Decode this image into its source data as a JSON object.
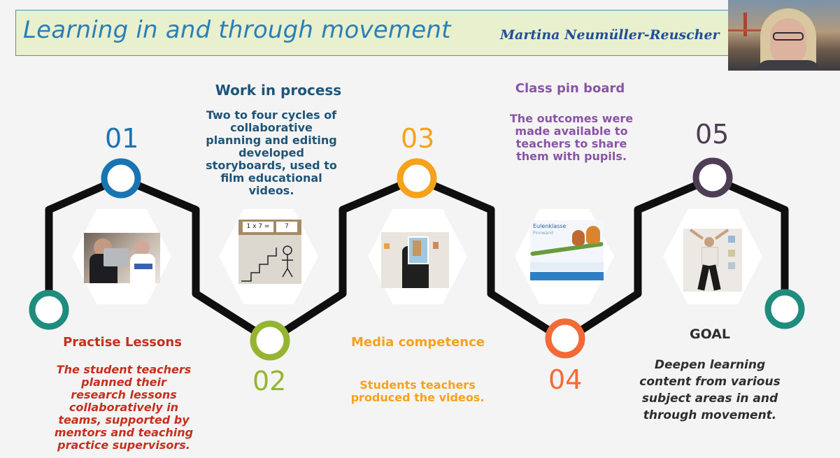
{
  "header": {
    "title": "Learning in and through movement",
    "author": "Martina Neumüller-Reuscher"
  },
  "webcam": {
    "participant_icon": "presenter-video-icon"
  },
  "colors": {
    "blue": "#1a74b1",
    "green": "#95b531",
    "orange": "#f6a21c",
    "red": "#f36a36",
    "purple": "#4d3e55",
    "teal": "#1e8c7e",
    "red_text": "#c4311e",
    "violet_text": "#8a54a6",
    "navy_text": "#1f5577"
  },
  "steps": [
    {
      "number": "01",
      "heading": "Practise Lessons",
      "description": "The student teachers planned their research lessons collaboratively in teams, supported by mentors and teaching practice supervisors."
    },
    {
      "number": "02",
      "heading": "Work in process",
      "description": "Two to four cycles of collaborative planning and editing developed storyboards, used to film educational videos."
    },
    {
      "number": "03",
      "heading": "Media competence",
      "description": "Students teachers produced the videos."
    },
    {
      "number": "04",
      "heading": "Class pin board",
      "description": "The outcomes were made available to teachers to share them with pupils."
    },
    {
      "number": "05",
      "heading": "GOAL",
      "description": "Deepen learning content from various subject areas in and through movement."
    }
  ],
  "photos": {
    "p2_board": "1 x 7 =",
    "p2_answer": "7",
    "p4_title": "Eulenklasse",
    "p4_sub": "Pinnwand"
  }
}
